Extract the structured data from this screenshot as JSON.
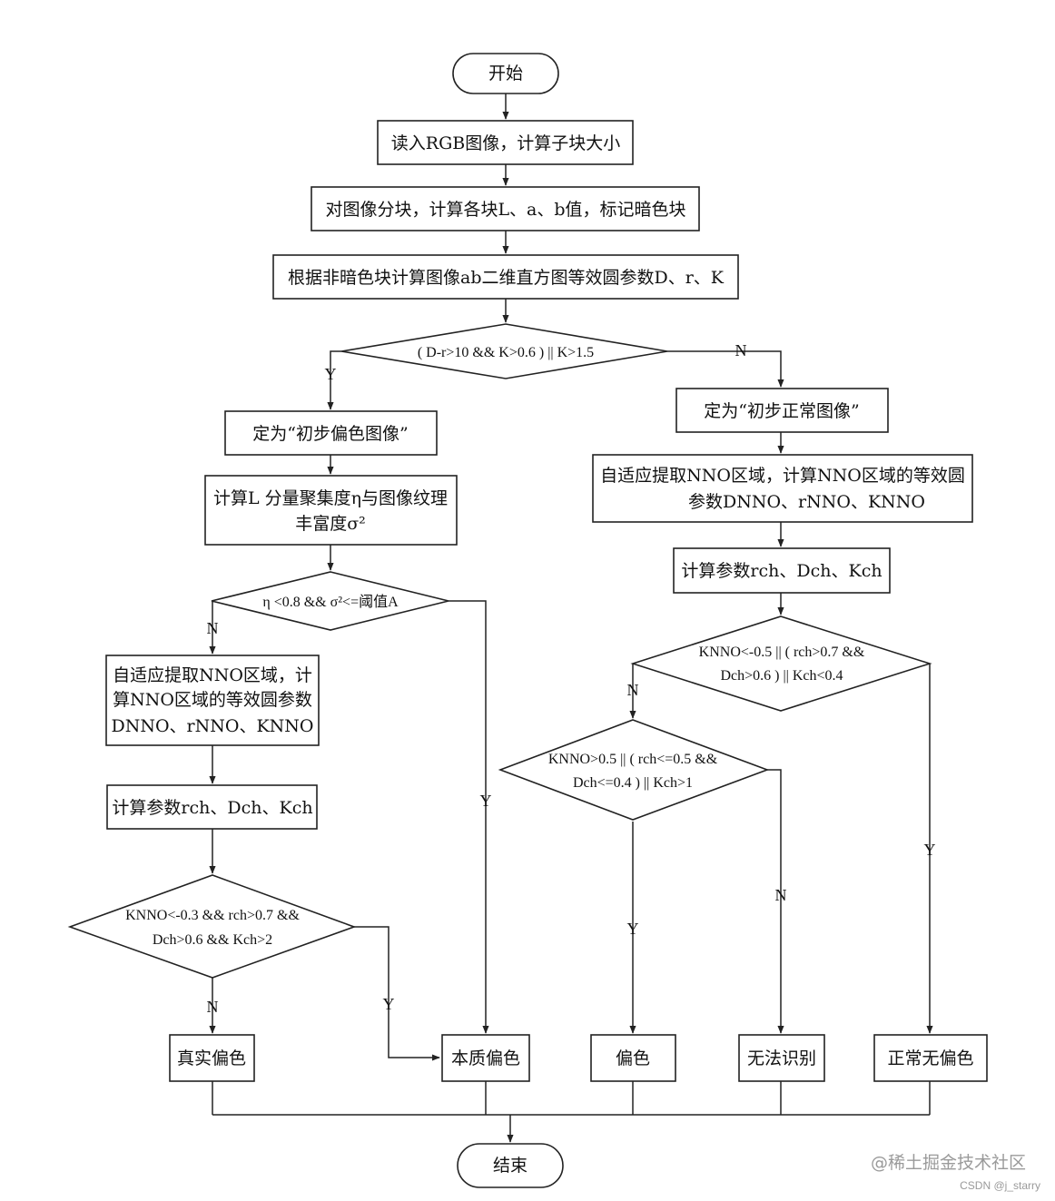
{
  "nodes": {
    "start": "开始",
    "read": "读入RGB图像，计算子块大小",
    "block": "对图像分块，计算各块L、a、b值，标记暗色块",
    "params": "根据非暗色块计算图像ab二维直方图等效圆参数D、r、K",
    "decision1": "( D-r>10 && K>0.6 ) || K>1.5",
    "prelim_cast": "定为“初步偏色图像”",
    "prelim_normal": "定为“初步正常图像”",
    "calc_l_line1": "计算L 分量聚集度η与图像纹理",
    "calc_l_line2": "丰富度σ²",
    "nno_right_line1": "自适应提取NNO区域，计算NNO区域的等效圆",
    "nno_right_line2": "参数DNNO、rNNO、KNNO",
    "calc_rch_right": "计算参数rch、Dch、Kch",
    "decision2": "η <0.8 && σ²<=阈值A",
    "nno_left_line1": "自适应提取NNO区域，计",
    "nno_left_line2": "算NNO区域的等效圆参数",
    "nno_left_line3": "DNNO、rNNO、KNNO",
    "calc_rch_left": "计算参数rch、Dch、Kch",
    "decision3_line1": "KNNO<-0.5 || ( rch>0.7 &&",
    "decision3_line2": "Dch>0.6 ) || Kch<0.4",
    "decision4_line1": "KNNO>0.5 || ( rch<=0.5 &&",
    "decision4_line2": "Dch<=0.4 ) || Kch>1",
    "decision5_line1": "KNNO<-0.3 && rch>0.7 &&",
    "decision5_line2": "Dch>0.6 && Kch>2",
    "true_cast": "真实偏色",
    "essential_cast": "本质偏色",
    "cast": "偏色",
    "unrecognizable": "无法识别",
    "normal": "正常无偏色",
    "end": "结束"
  },
  "edge_labels": {
    "d1_yes": "Y",
    "d1_no": "N",
    "d2_no": "N",
    "d2_yes": "Y",
    "d3_no": "N",
    "d3_yes": "Y",
    "d4_yes": "Y",
    "d4_no": "N",
    "d5_no": "N",
    "d5_yes": "Y"
  },
  "watermark": {
    "site": "@稀土掘金技术社区",
    "author": "CSDN @j_starry"
  }
}
